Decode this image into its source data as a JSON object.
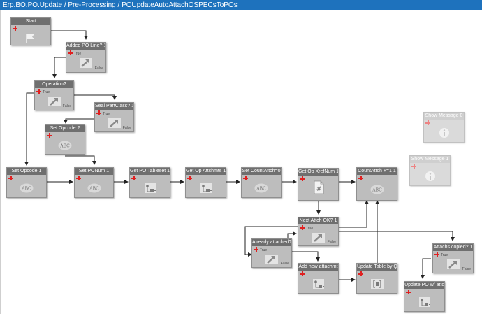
{
  "window": {
    "title": "Erp.BO.PO.Update / Pre-Processing / POUpdateAutoAttachOSPECsToPOs"
  },
  "nodes": {
    "start": {
      "title": "Start",
      "icon": "flag-icon"
    },
    "added_po_line": {
      "title": "Added PO Line? 1",
      "icon": "condition-arrow-icon",
      "true": "True",
      "false": "False"
    },
    "operation": {
      "title": "Operation?",
      "icon": "condition-arrow-icon",
      "true": "True",
      "false": "False"
    },
    "seal_partclass": {
      "title": "Seal PartClass? 1",
      "icon": "condition-arrow-icon",
      "true": "True",
      "false": "False"
    },
    "set_opcode_2": {
      "title": "Set Opcode 2",
      "icon": "abc-icon",
      "icon_text": "ABC"
    },
    "set_opcode_1": {
      "title": "Set Opcode 1",
      "icon": "abc-icon",
      "icon_text": "ABC"
    },
    "set_ponum_1": {
      "title": "Set PONum 1",
      "icon": "abc-icon",
      "icon_text": "ABC"
    },
    "get_po_tableset_1": {
      "title": "Get PO Tableset 1",
      "icon": "method-call-icon"
    },
    "get_op_attchmts_1": {
      "title": "Get Op Attchmts 1",
      "icon": "method-call-icon"
    },
    "set_countattch": {
      "title": "Set CountAttch=0",
      "icon": "abc-icon",
      "icon_text": "ABC"
    },
    "get_op_xrefnum_1": {
      "title": "Get Op XrefNum 1",
      "icon": "code-hash-icon",
      "icon_text": "#"
    },
    "countattch_inc": {
      "title": "CountAttch +=1 1",
      "icon": "abc-icon",
      "icon_text": "ABC"
    },
    "next_attch_ok": {
      "title": "Next Attch OK? 1",
      "icon": "condition-arrow-icon",
      "true": "True",
      "false": "False"
    },
    "already_attached": {
      "title": "Already attached?",
      "icon": "condition-arrow-icon",
      "true": "True",
      "false": "False"
    },
    "add_new_attachmt": {
      "title": "Add new attachmt",
      "icon": "method-call-icon"
    },
    "update_table_by_q": {
      "title": "Update Table by Q",
      "icon": "update-table-icon"
    },
    "attachs_copied": {
      "title": "Attachs copied? 1",
      "icon": "condition-arrow-icon",
      "true": "True",
      "false": "False"
    },
    "update_po_w_attc": {
      "title": "Update PO w/ attc",
      "icon": "method-call-icon"
    },
    "show_message_0": {
      "title": "Show Message 0",
      "icon": "info-icon"
    },
    "show_message_1": {
      "title": "Show Message 1",
      "icon": "info-icon"
    }
  }
}
